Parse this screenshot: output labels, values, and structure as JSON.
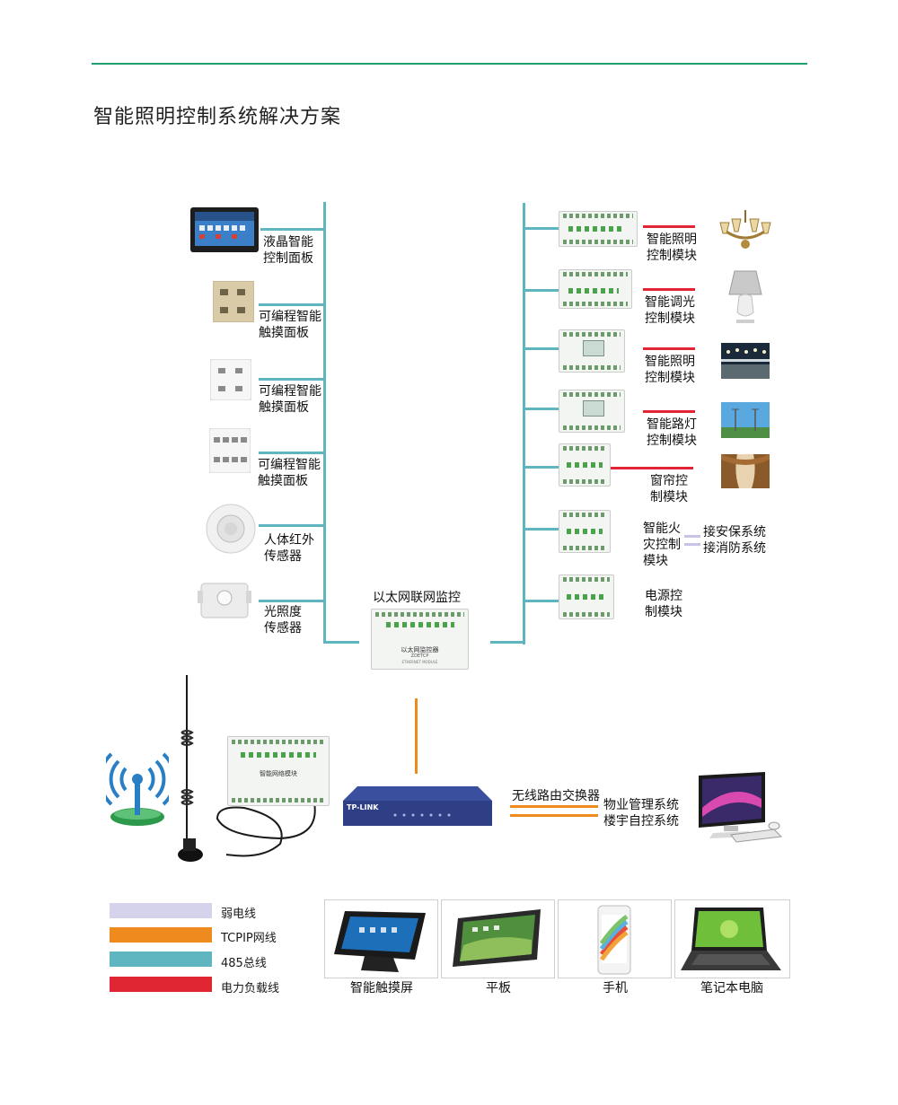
{
  "page_title": "智能照明控制系统解决方案",
  "colors": {
    "accent_line": "#1f9e6e",
    "bus485": "#5fb5c0",
    "tcpip": "#ef8b1e",
    "weak": "#c8c4e6",
    "power": "#e02633"
  },
  "left_devices": [
    {
      "line1": "液晶智能",
      "line2": "控制面板"
    },
    {
      "line1": "可编程智能",
      "line2": "触摸面板"
    },
    {
      "line1": "可编程智能",
      "line2": "触摸面板"
    },
    {
      "line1": "可编程智能",
      "line2": "触摸面板"
    },
    {
      "line1": "人体红外",
      "line2": "传感器"
    },
    {
      "line1": "光照度",
      "line2": "传感器"
    }
  ],
  "right_modules": [
    {
      "line1": "智能照明",
      "line2": "控制模块"
    },
    {
      "line1": "智能调光",
      "line2": "控制模块"
    },
    {
      "line1": "智能照明",
      "line2": "控制模块"
    },
    {
      "line1": "智能路灯",
      "line2": "控制模块"
    },
    {
      "line1": "窗帘控",
      "line2": "制模块"
    },
    {
      "line1": "智能火",
      "line2": "灾控制",
      "line3": "模块"
    },
    {
      "line1": "电源控",
      "line2": "制模块"
    }
  ],
  "fire_links": {
    "line1": "接安保系统",
    "line2": "接消防系统"
  },
  "center": {
    "label": "以太网联网监控",
    "device_text": "以太网监控器",
    "device_model": "ZDETCP",
    "device_sub": "ETHERNET MODULE"
  },
  "wireless_module": {
    "text": "智能网络模块"
  },
  "router": {
    "brand": "TP-LINK"
  },
  "router_label": "无线路由交换器",
  "pc_labels": {
    "line1": "物业管理系统",
    "line2": "楼宇自控系统"
  },
  "legend": [
    {
      "label": "弱电线",
      "color": "#d5d2ec"
    },
    {
      "label": "TCPIP网线",
      "color": "#ef8b1e"
    },
    {
      "label": "485总线",
      "color": "#5fb5c0"
    },
    {
      "label": "电力负载线",
      "color": "#e02633"
    }
  ],
  "terminals": [
    {
      "label": "智能触摸屏"
    },
    {
      "label": "平板"
    },
    {
      "label": "手机"
    },
    {
      "label": "笔记本电脑"
    }
  ]
}
